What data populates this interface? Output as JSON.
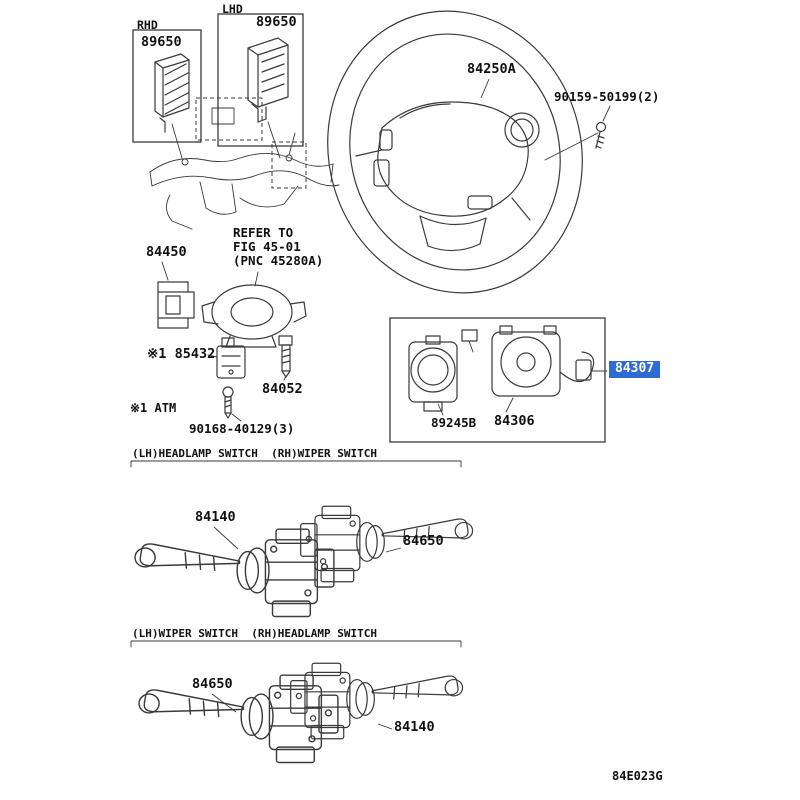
{
  "colors": {
    "highlight-bg": "#2e6bd4",
    "highlight-text": "#ffffff",
    "line": "#3a3a3a"
  },
  "ecu": {
    "rhd": {
      "tag": "RHD",
      "part": "89650"
    },
    "lhd": {
      "tag": "LHD",
      "part": "89650"
    }
  },
  "wheel": {
    "part": "84250A",
    "screw_part": "90159-50199(2)"
  },
  "column": {
    "refer": {
      "l1": "REFER TO",
      "l2": "FIG 45-01",
      "l3": "(PNC 45280A)"
    },
    "part_84450": "84450",
    "part_85432": "※1 85432",
    "part_84052": "84052",
    "atm_note": "※1 ATM",
    "screw_part": "90168-40129(3)"
  },
  "spiral": {
    "sensor_part": "89245B",
    "cable_part": "84306",
    "selected_part": "84307"
  },
  "sections": {
    "top": {
      "header": "(LH)HEADLAMP SWITCH  (RH)WIPER SWITCH",
      "left_part": "84140",
      "right_part": "84650"
    },
    "bottom": {
      "header": "(LH)WIPER SWITCH  (RH)HEADLAMP SWITCH",
      "left_part": "84650",
      "right_part": "84140"
    }
  },
  "footer": {
    "diagram_code": "84E023G"
  }
}
